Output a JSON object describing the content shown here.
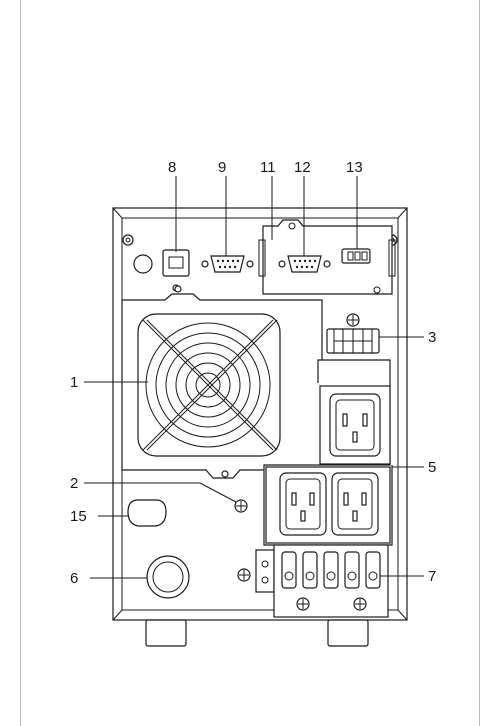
{
  "callouts": {
    "c1": "1",
    "c2": "2",
    "c3": "3",
    "c5": "5",
    "c6": "6",
    "c7": "7",
    "c8": "8",
    "c9": "9",
    "c11": "11",
    "c12": "12",
    "c13": "13",
    "c15": "15"
  },
  "icons": {
    "fan": "fan-grille-icon",
    "usb": "usb-port-icon",
    "serial": "serial-port-icon",
    "outlet": "ac-outlet-icon",
    "ground": "ground-screw-icon",
    "terminal": "terminal-block-icon"
  }
}
